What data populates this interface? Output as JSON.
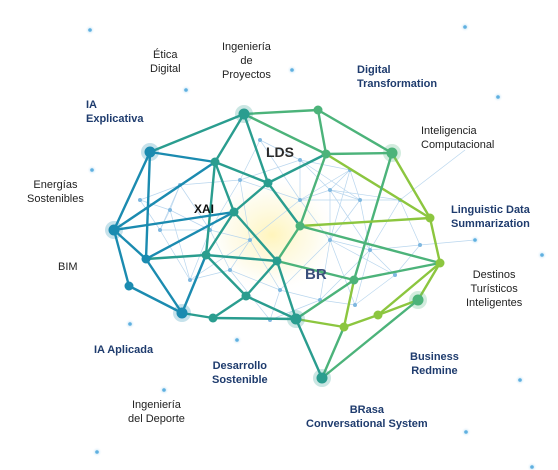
{
  "hubs": {
    "xai": "XAI",
    "lds": "LDS",
    "br": "BR"
  },
  "labels": {
    "etica_digital": "Ética\nDigital",
    "ingenieria_proyectos": "Ingeniería\nde\nProyectos",
    "digital_transformation": "Digital\nTransformation",
    "inteligencia_computacional": "Inteligencia\nComputacional",
    "ia_explicativa": "IA\nExplicativa",
    "energias_sostenibles": "Energías\nSostenibles",
    "bim": "BIM",
    "linguistic_data": "Linguistic Data\nSummarization",
    "destinos_turisticos": "Destinos\nTurísticos\nInteligentes",
    "ia_aplicada": "IA Aplicada",
    "desarrollo_sostenible": "Desarrollo\nSostenible",
    "business_redmine": "Business\nRedmine",
    "ingenieria_deporte": "Ingeniería\ndel Deporte",
    "brasa": "BRasa\nConversational System"
  },
  "colors": {
    "teal_dark": "#1b8bb0",
    "teal": "#2a9d8f",
    "green": "#4cb37a",
    "lime": "#8cc63f",
    "faint_node": "#7fb8e0",
    "glow": "#fff6c8"
  }
}
